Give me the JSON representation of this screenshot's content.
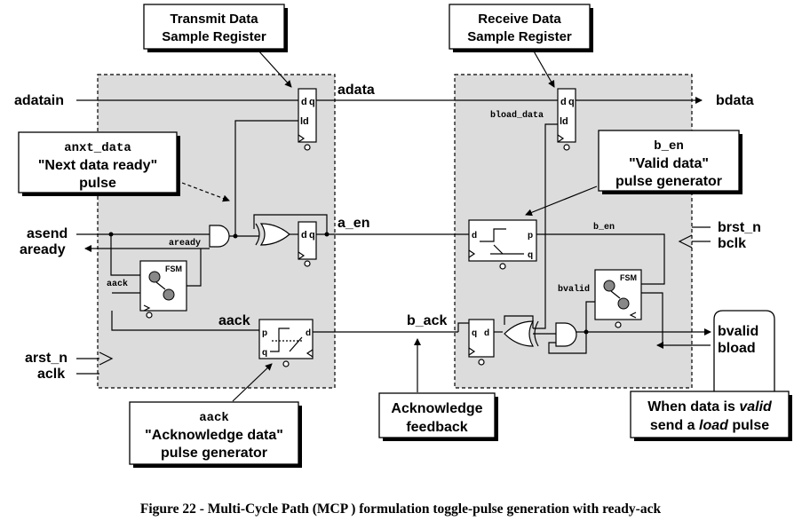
{
  "callouts": {
    "tx_title": [
      "Transmit Data",
      "Sample Register"
    ],
    "rx_title": [
      "Receive Data",
      "Sample Register"
    ],
    "anxt_mono": "anxt_data",
    "anxt_text": [
      "\"Next data ready\"",
      "pulse"
    ],
    "ben_mono": "b_en",
    "ben_text": [
      "\"Valid data\"",
      "pulse generator"
    ],
    "aack_mono": "aack",
    "aack_text": [
      "\"Acknowledge data\"",
      "pulse generator"
    ],
    "ackfb_text": [
      "Acknowledge",
      "feedback"
    ],
    "valid_pre": "When data is ",
    "valid_em": "valid",
    "valid_line2_pre": "send a ",
    "valid_em2": "load",
    "valid_line2_post": " pulse"
  },
  "signals": {
    "adatain": "adatain",
    "adata": "adata",
    "bdata": "bdata",
    "bload_data": "bload_data",
    "asend": "asend",
    "aready_out": "aready",
    "aready_in": "aready",
    "a_en": "a_en",
    "aack_small": "aack",
    "aack_big": "aack",
    "b_ack": "b_ack",
    "b_en": "b_en",
    "bvalid_small": "bvalid",
    "brst_n": "brst_n",
    "bclk": "bclk",
    "arst_n": "arst_n",
    "aclk": "aclk",
    "bvalid_out": "bvalid",
    "bload_out": "bload"
  },
  "ports": {
    "d": "d",
    "q": "q",
    "ld": "ld",
    "p": "p",
    "fsm": "FSM"
  },
  "caption": "Figure 22 - Multi-Cycle Path (MCP ) formulation toggle-pulse generation with ready-ack"
}
